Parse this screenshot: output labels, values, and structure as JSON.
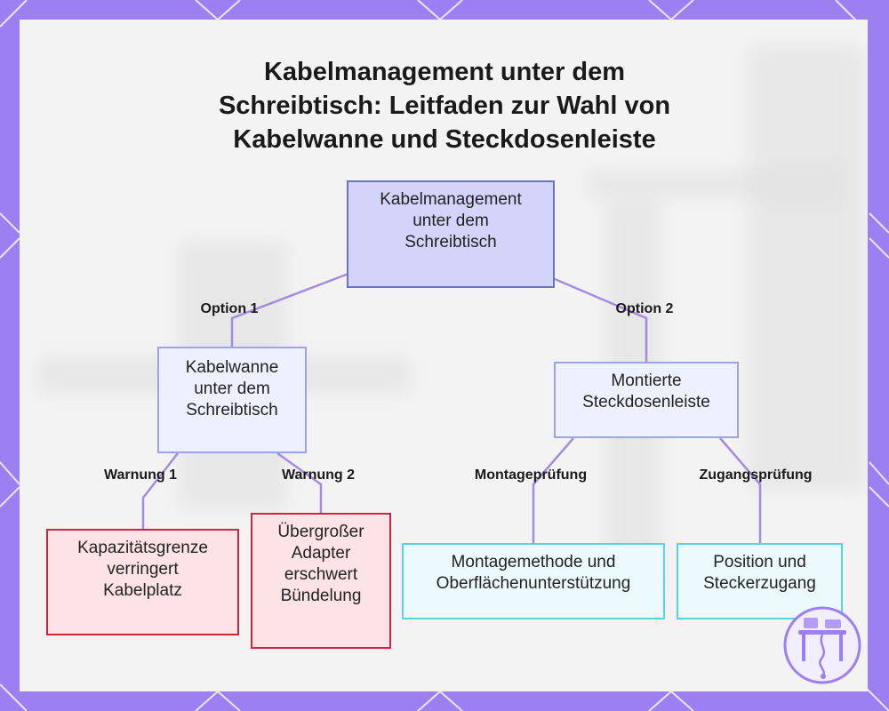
{
  "title_lines": [
    "Kabelmanagement unter dem",
    "Schreibtisch: Leitfaden zur Wahl von",
    "Kabelwanne und Steckdosenleiste"
  ],
  "nodes": {
    "root": [
      "Kabelmanagement",
      "unter dem",
      "Schreibtisch"
    ],
    "option1": [
      "Kabelwanne",
      "unter dem",
      "Schreibtisch"
    ],
    "option2": [
      "Montierte",
      "Steckdosenleiste"
    ],
    "warn1": [
      "Kapazitätsgrenze",
      "verringert",
      "Kabelplatz"
    ],
    "warn2": [
      "Übergroßer",
      "Adapter",
      "erschwert",
      "Bündelung"
    ],
    "mount": [
      "Montagemethode und",
      "Oberflächenunterstützung"
    ],
    "access": [
      "Position und",
      "Steckerzugang"
    ]
  },
  "edge_labels": {
    "option1": "Option 1",
    "option2": "Option 2",
    "warn1": "Warnung 1",
    "warn2": "Warnung 2",
    "mount": "Montageprüfung",
    "access": "Zugangsprüfung"
  },
  "colors": {
    "frame": "#9c7ff0",
    "link": "#a48be0",
    "root_fill": "#d4d4fb",
    "warning_border": "#c9293e",
    "check_border": "#5fd0e3"
  }
}
